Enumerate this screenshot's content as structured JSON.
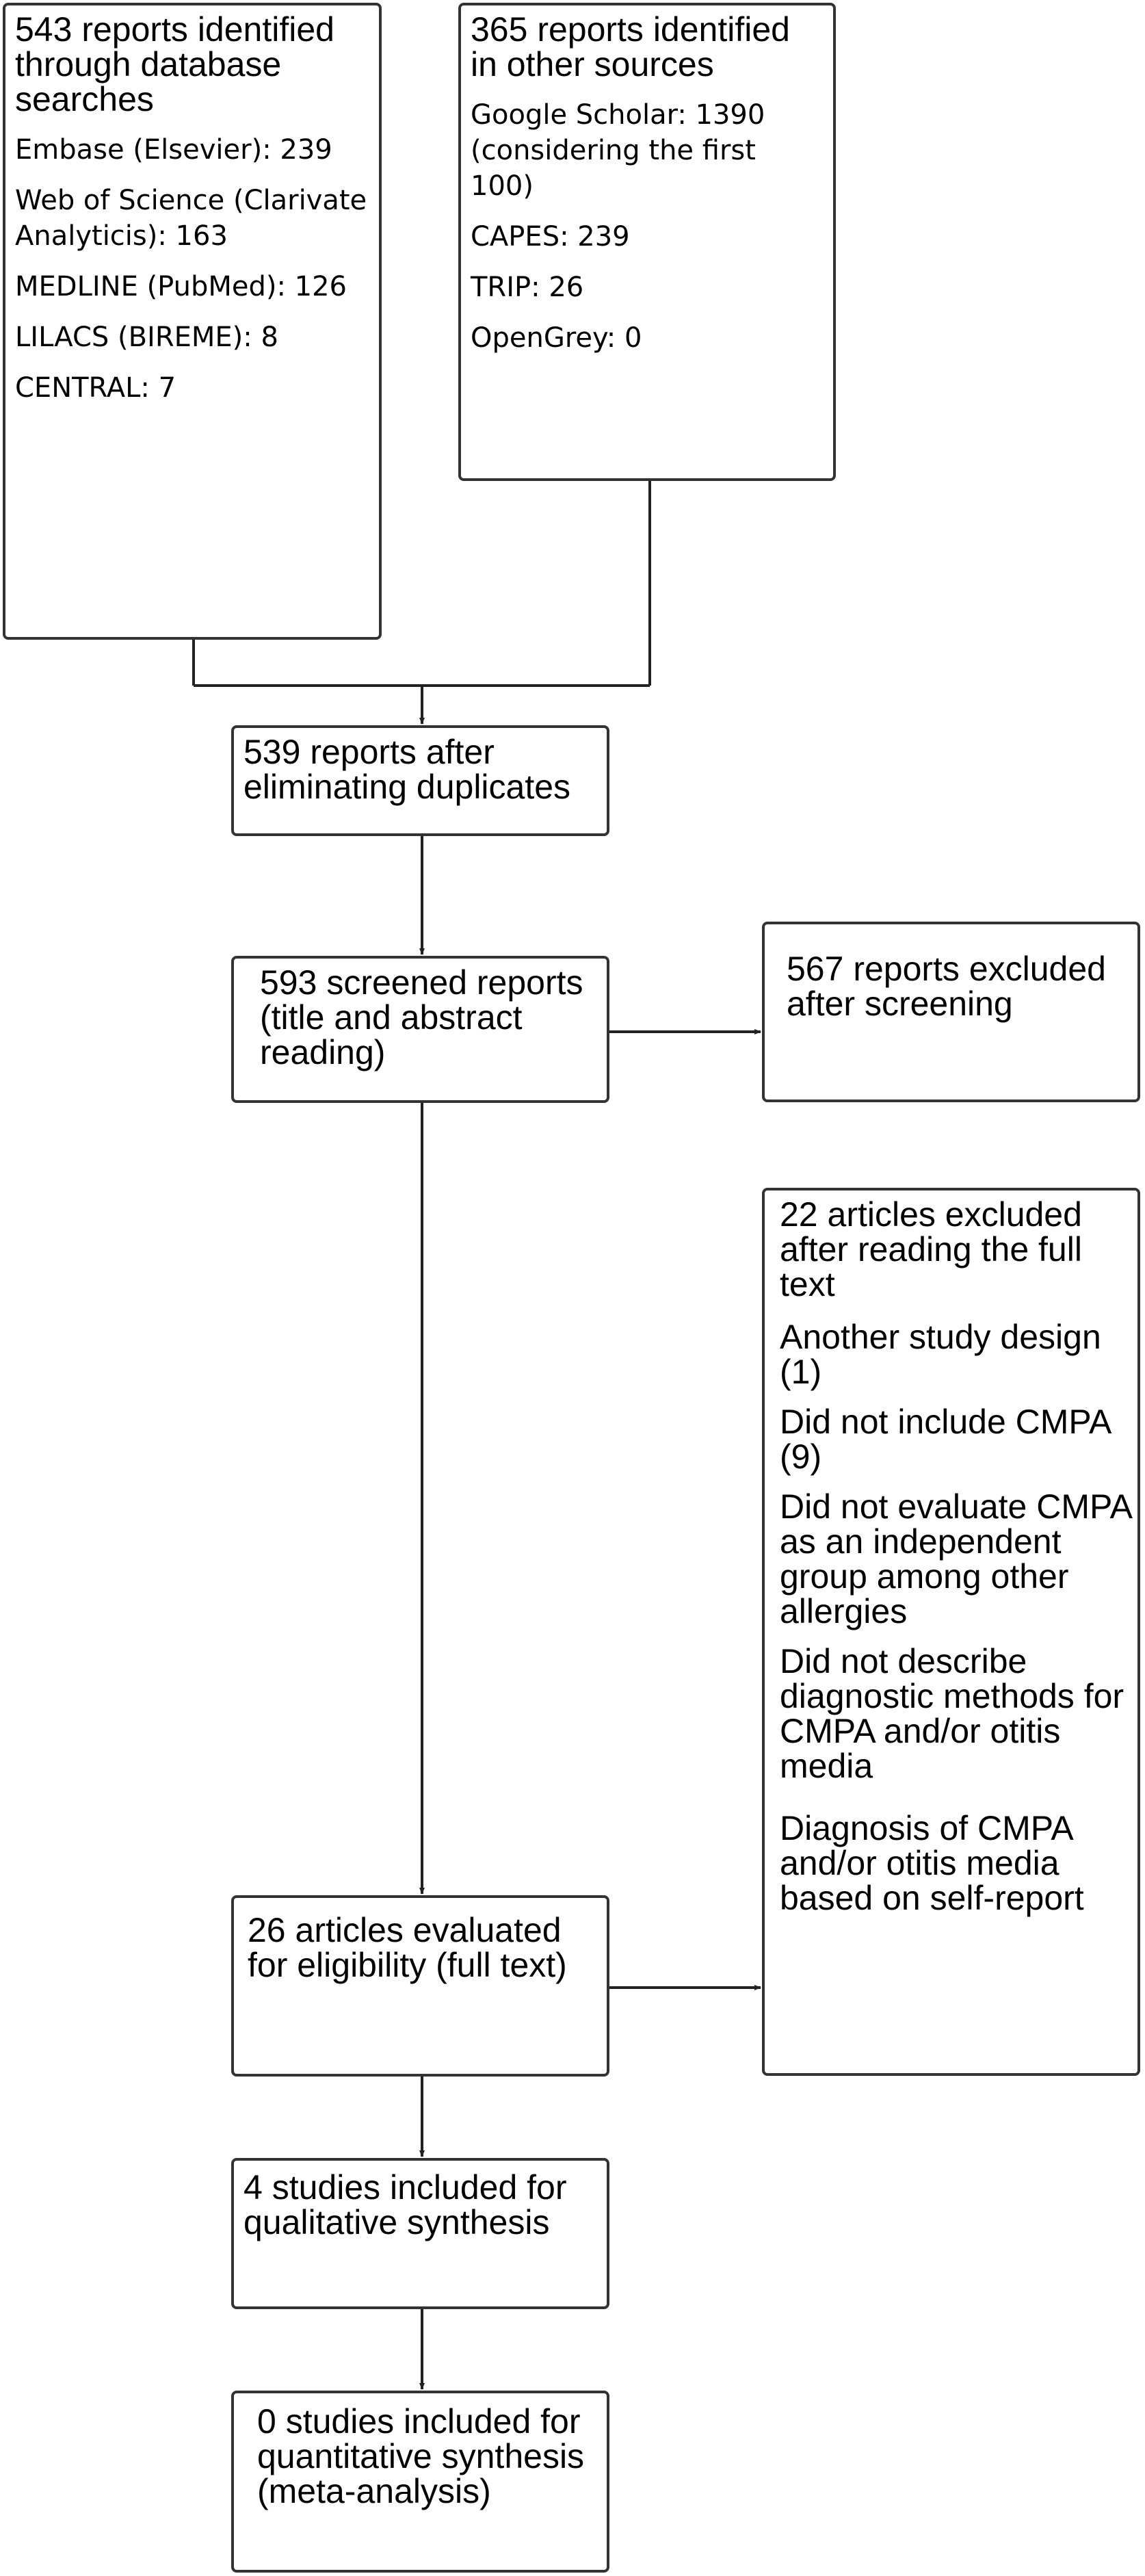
{
  "flow": {
    "database_box": {
      "title": "543 reports identified through database searches",
      "items": [
        "Embase (Elsevier): 239",
        "Web of Science (Clarivate Analyticis): 163",
        "MEDLINE (PubMed): 126",
        "LILACS (BIREME): 8",
        "CENTRAL: 7"
      ]
    },
    "other_sources_box": {
      "title": "365 reports identified in other sources",
      "items": [
        "Google Scholar: 1390 (considering the first 100)",
        "CAPES: 239",
        "TRIP: 26",
        "OpenGrey: 0"
      ]
    },
    "duplicates_box": {
      "text": "539 reports after eliminating duplicates"
    },
    "screened_box": {
      "text": "593 screened reports (title and abstract reading)"
    },
    "excluded_screening_box": {
      "text": "567 reports excluded after screening"
    },
    "excluded_fulltext_box": {
      "title": "22 articles excluded after reading the full text",
      "items": [
        "Another study design (1)",
        "Did not include CMPA (9)",
        "Did not evaluate CMPA as an independent group among other allergies",
        "Did not describe diagnostic methods for CMPA and/or otitis media",
        "Diagnosis of CMPA and/or otitis media based on self-report"
      ]
    },
    "eligibility_box": {
      "text": "26 articles evaluated for eligibility (full text)"
    },
    "qualitative_box": {
      "text": "4 studies included for qualitative synthesis"
    },
    "quantitative_box": {
      "text": "0 studies included for quantitative synthesis (meta-analysis)"
    }
  }
}
